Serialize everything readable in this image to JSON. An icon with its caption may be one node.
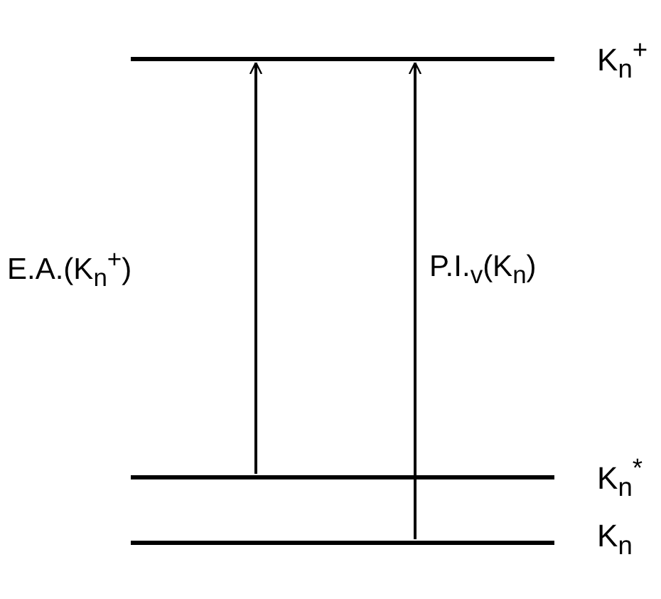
{
  "diagram": {
    "nodes": [
      {
        "text": [],
        "shape": "bar",
        "beside": [
          "K$_{n}$$^{+}$"
        ]
      },
      {
        "text": [],
        "shape": "bar",
        "beside": [
          "K$_{n}$$^{*}$"
        ]
      },
      {
        "text": [],
        "shape": "bar",
        "beside": [
          "K$_{n}$"
        ]
      }
    ],
    "edges": [
      {
        "from": 1,
        "to": 0,
        "arrow": "to",
        "label": "E.A.(K$_{n}$$^{+}$)"
      },
      {
        "from": 2,
        "to": 0,
        "arrow": "to",
        "label": "P.I.$_{v}$(K$_{n}$)"
      }
    ]
  }
}
